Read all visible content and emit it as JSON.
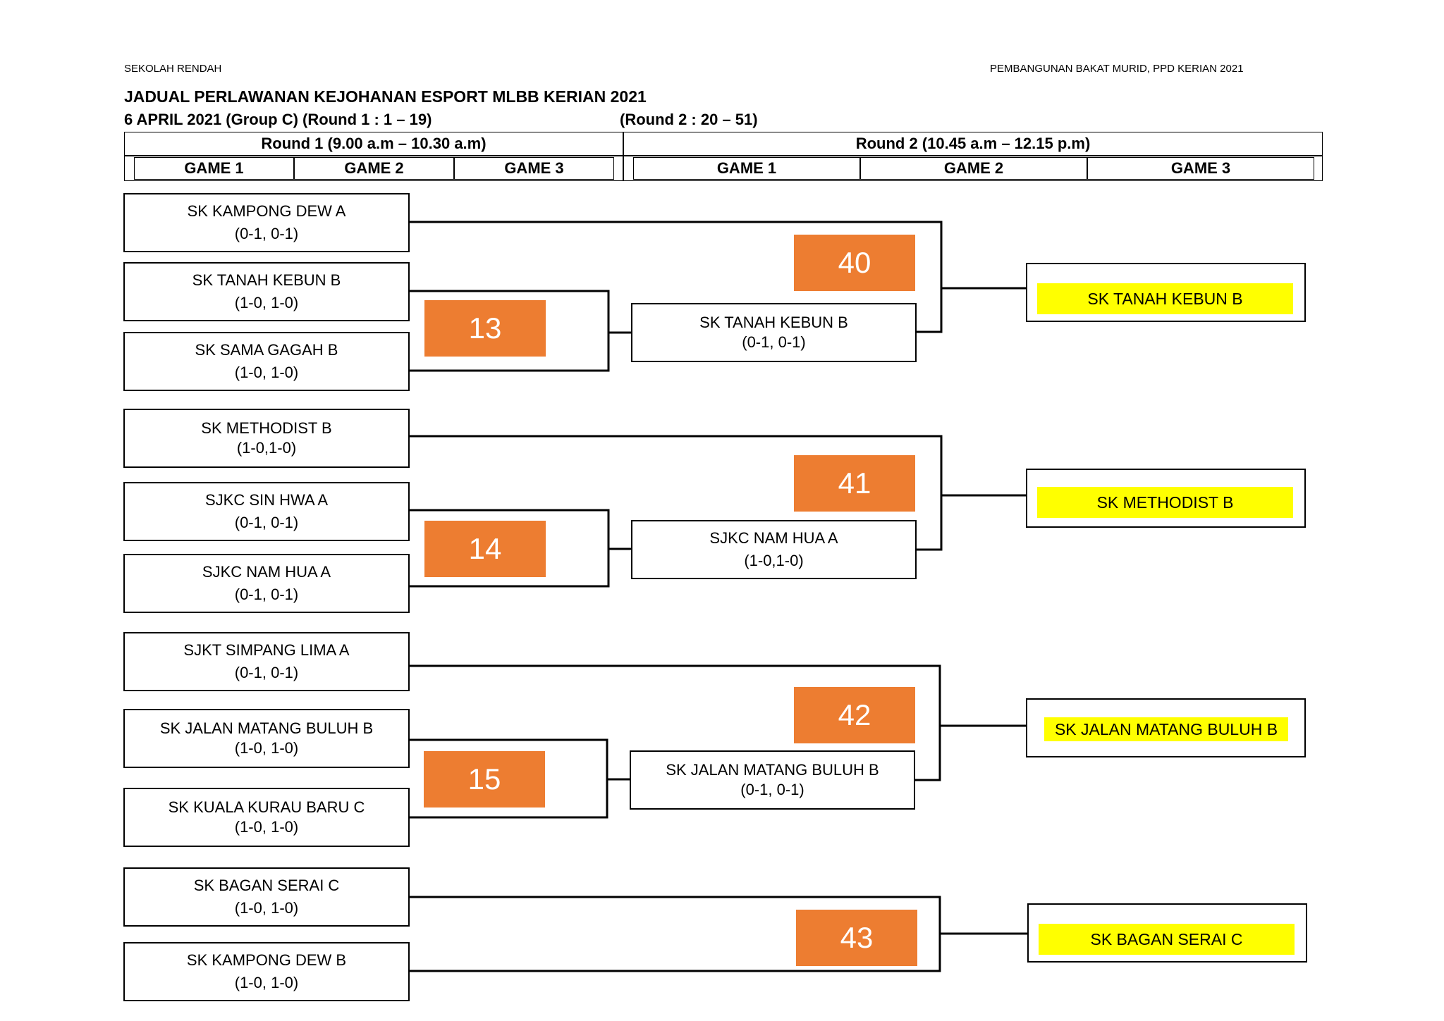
{
  "header": {
    "left": "SEKOLAH RENDAH",
    "right": "PEMBANGUNAN BAKAT MURID, PPD KERIAN 2021",
    "title": "JADUAL PERLAWANAN KEJOHANAN ESPORT MLBB KERIAN 2021",
    "subtitle_left": "6 APRIL 2021 (Group C) (Round 1 : 1 – 19)",
    "subtitle_right": "(Round 2 : 20 – 51)"
  },
  "schedule": {
    "round1": "Round 1 (9.00 a.m – 10.30 a.m)",
    "round2": "Round 2 (10.45 a.m – 12.15 p.m)",
    "round1_games": [
      "GAME 1",
      "GAME 2",
      "GAME 3"
    ],
    "round2_games": [
      "GAME 1",
      "GAME 2",
      "GAME 3"
    ]
  },
  "round1_teams": [
    {
      "name": "SK KAMPONG DEW A",
      "score": "(0-1, 0-1)"
    },
    {
      "name": "SK TANAH KEBUN B",
      "score": "(1-0, 1-0)"
    },
    {
      "name": "SK SAMA GAGAH B",
      "score": "(1-0, 1-0)"
    },
    {
      "name": "SK METHODIST B",
      "score": "(1-0,1-0)"
    },
    {
      "name": "SJKC SIN HWA A",
      "score": "(0-1, 0-1)"
    },
    {
      "name": "SJKC NAM HUA  A",
      "score": "(0-1, 0-1)"
    },
    {
      "name": "SJKT SIMPANG LIMA A",
      "score": "(0-1, 0-1)"
    },
    {
      "name": "SK JALAN MATANG BULUH B",
      "score": "(1-0, 1-0)"
    },
    {
      "name": "SK KUALA KURAU BARU C",
      "score": "(1-0, 1-0)"
    },
    {
      "name": "SK BAGAN SERAI C",
      "score": "(1-0, 1-0)"
    },
    {
      "name": "SK KAMPONG DEW B",
      "score": "(1-0, 1-0)"
    }
  ],
  "round2_teams": [
    {
      "name": "SK TANAH KEBUN B",
      "score": "(0-1, 0-1)"
    },
    {
      "name": "SJKC NAM HUA  A",
      "score": "(1-0,1-0)"
    },
    {
      "name": "SK JALAN MATANG BULUH B",
      "score": "(0-1, 0-1)"
    }
  ],
  "match_numbers": {
    "m13": "13",
    "m14": "14",
    "m15": "15",
    "m40": "40",
    "m41": "41",
    "m42": "42",
    "m43": "43"
  },
  "winners": [
    "SK TANAH KEBUN B",
    "SK METHODIST B",
    "SK JALAN MATANG BULUH B",
    "SK BAGAN SERAI C"
  ],
  "colors": {
    "match_badge": "#ED7D31",
    "winner_highlight": "#FFFF00"
  }
}
